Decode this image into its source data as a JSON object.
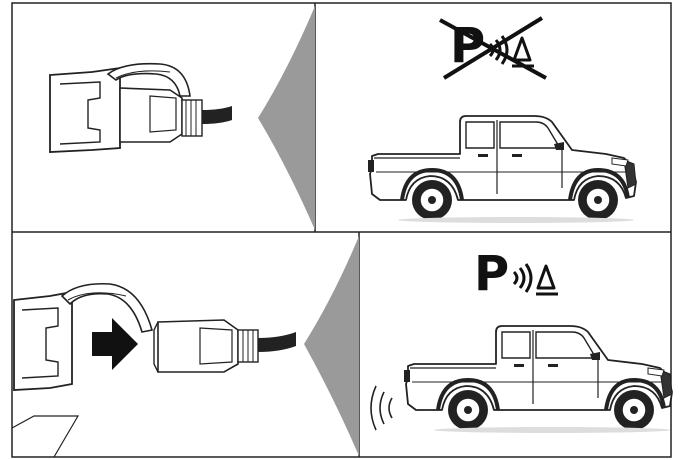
{
  "panels": [
    {
      "id": "top",
      "plug_state": "connected",
      "symbol": {
        "letter": "P",
        "state": "disabled",
        "icon": "park-distance-control-icon"
      },
      "vehicle": "pickup-truck",
      "sensor_waves_shown": false
    },
    {
      "id": "bottom",
      "plug_state": "disconnected",
      "symbol": {
        "letter": "P",
        "state": "active",
        "icon": "park-distance-control-icon"
      },
      "vehicle": "pickup-truck",
      "sensor_waves_shown": true
    }
  ],
  "colors": {
    "line": "#222222",
    "callout": "#9a9a9a",
    "arrow": "#111111",
    "background": "#ffffff"
  }
}
